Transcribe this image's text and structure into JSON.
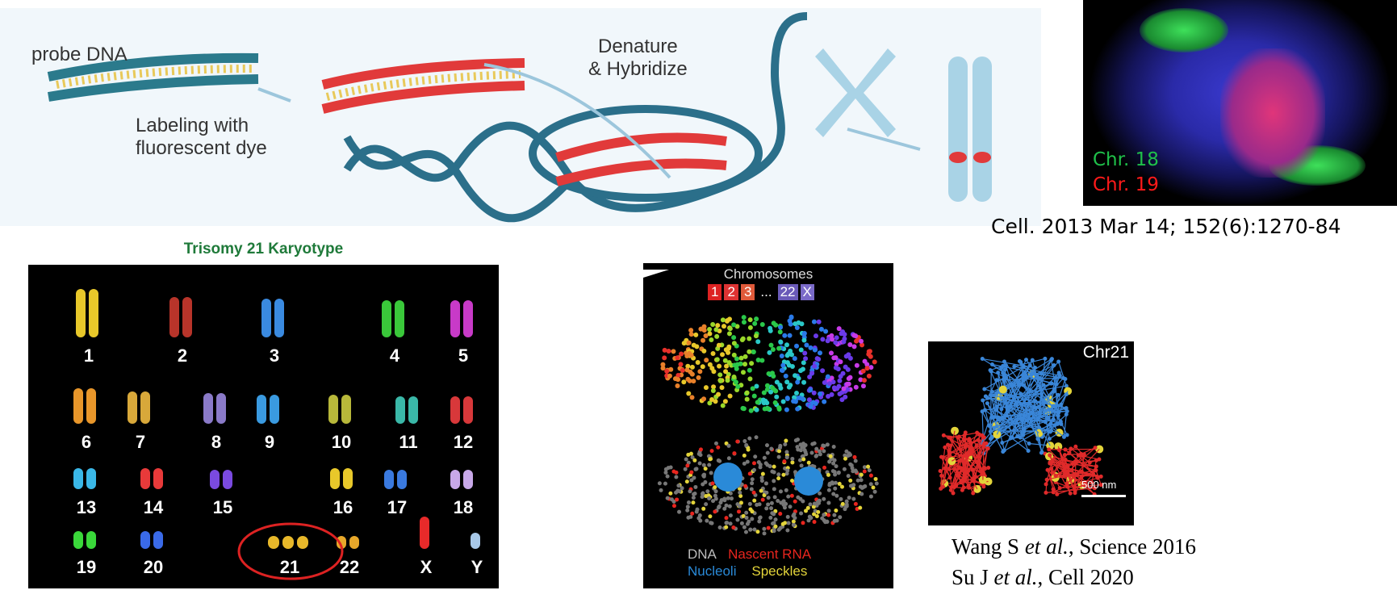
{
  "banner": {
    "probe_label": "probe DNA",
    "labeling_line1": "Labeling with",
    "labeling_line2": "fluorescent dye",
    "denature_line1": "Denature",
    "denature_line2": "& Hybridize"
  },
  "fish_image": {
    "chr18": "Chr. 18",
    "chr19": "Chr. 19",
    "citation": "Cell. 2013 Mar 14; 152(6):1270-84"
  },
  "karyotype": {
    "title": "Trisomy 21 Karyotype",
    "labels": [
      "1",
      "2",
      "3",
      "4",
      "5",
      "6",
      "7",
      "8",
      "9",
      "10",
      "11",
      "12",
      "13",
      "14",
      "15",
      "16",
      "17",
      "18",
      "19",
      "20",
      "21",
      "22",
      "X",
      "Y"
    ]
  },
  "chromosome_panel": {
    "title": "Chromosomes",
    "chips": [
      "1",
      "2",
      "3",
      "...",
      "22",
      "X"
    ],
    "legend": {
      "dna": "DNA",
      "rna": "Nascent RNA",
      "nucleoli": "Nucleoli",
      "speckles": "Speckles"
    }
  },
  "chr21_panel": {
    "label": "Chr21",
    "scale": "500 nm"
  },
  "citations": {
    "wang_author": "Wang S ",
    "wang_etal": "et al.",
    "wang_rest": ", Science 2016",
    "su_author": "Su J ",
    "su_etal": "et al.",
    "su_rest": ", Cell 2020"
  },
  "colors": {
    "chr18": "#1fc04a",
    "chr19": "#ff1a1a",
    "karyotype_title": "#1f7a3a",
    "rna": "#e8251e",
    "nucleoli": "#2a8ad8",
    "speckles": "#e3d43a",
    "dna": "#bbbbbb"
  }
}
